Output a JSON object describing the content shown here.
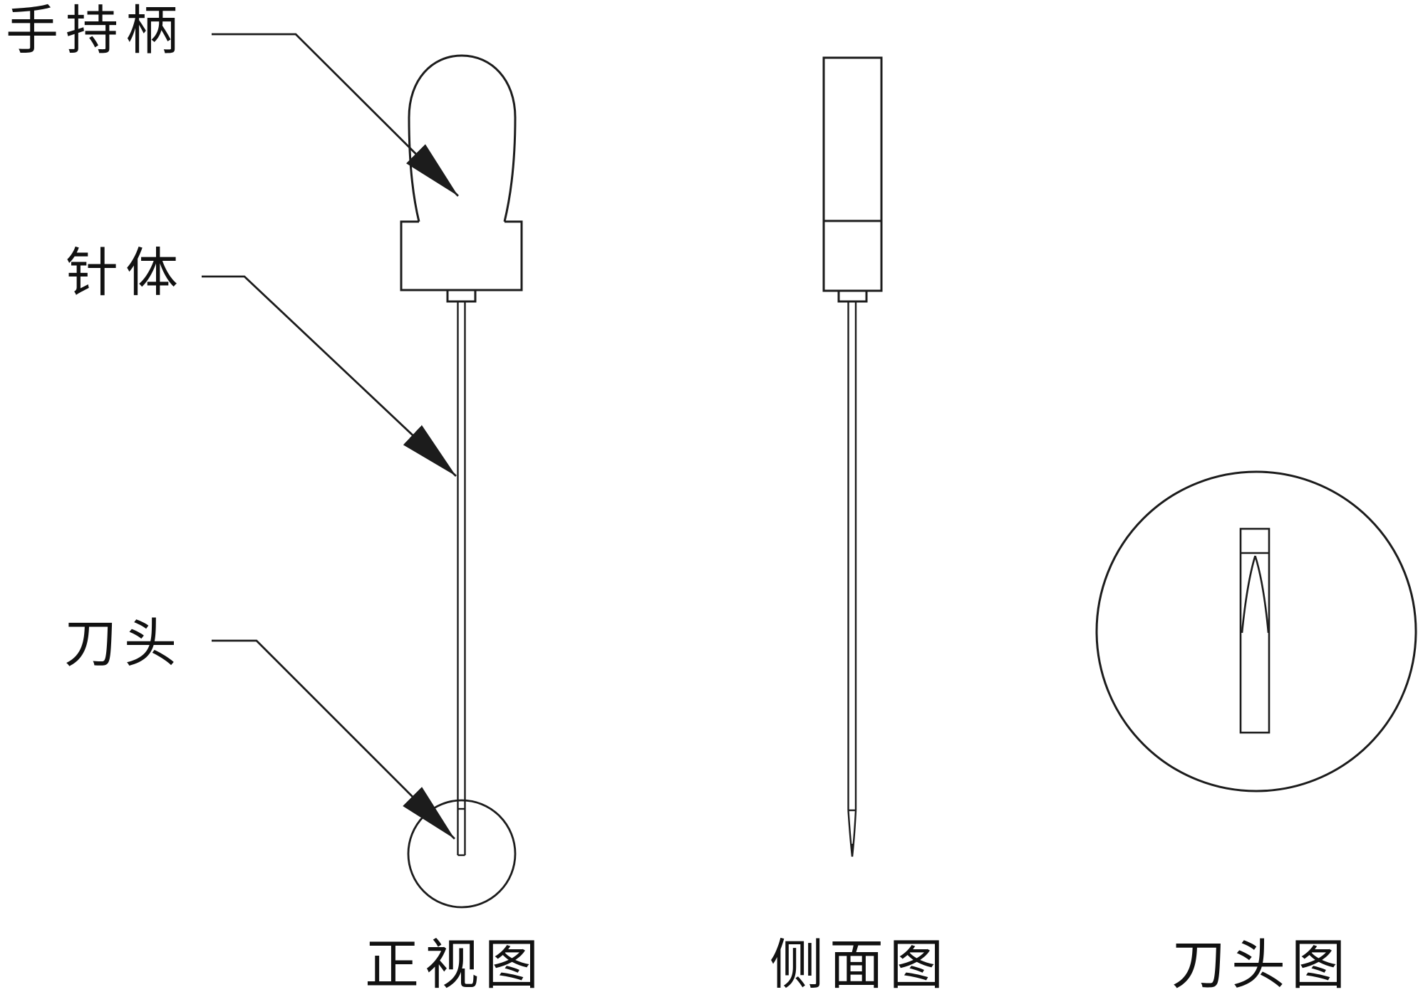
{
  "colors": {
    "background": "#ffffff",
    "line": "#1c1c1c",
    "text": "#111111"
  },
  "annotations": {
    "handle": {
      "label": "手持柄"
    },
    "needle": {
      "label": "针体"
    },
    "blade": {
      "label": "刀头"
    }
  },
  "views": {
    "front": {
      "caption": "正视图"
    },
    "side": {
      "caption": "侧面图"
    },
    "blade_detail": {
      "caption": "刀头图"
    }
  }
}
